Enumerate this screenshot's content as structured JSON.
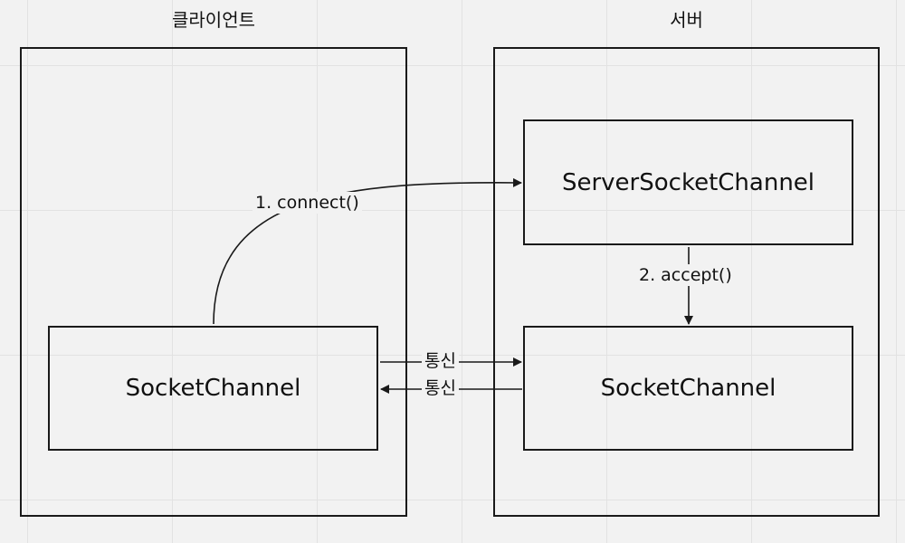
{
  "groups": {
    "client": {
      "title": "클라이언트"
    },
    "server": {
      "title": "서버"
    }
  },
  "nodes": {
    "client_socket_channel": "SocketChannel",
    "server_socket_channel": "ServerSocketChannel",
    "server_socket_channel_accepted": "SocketChannel"
  },
  "edges": {
    "connect": "1. connect()",
    "accept": "2. accept()",
    "comm_to_server": "통신",
    "comm_to_client": "통신"
  },
  "colors": {
    "background": "#f2f2f2",
    "grid": "#e2e2e2",
    "stroke": "#1a1a1a"
  }
}
